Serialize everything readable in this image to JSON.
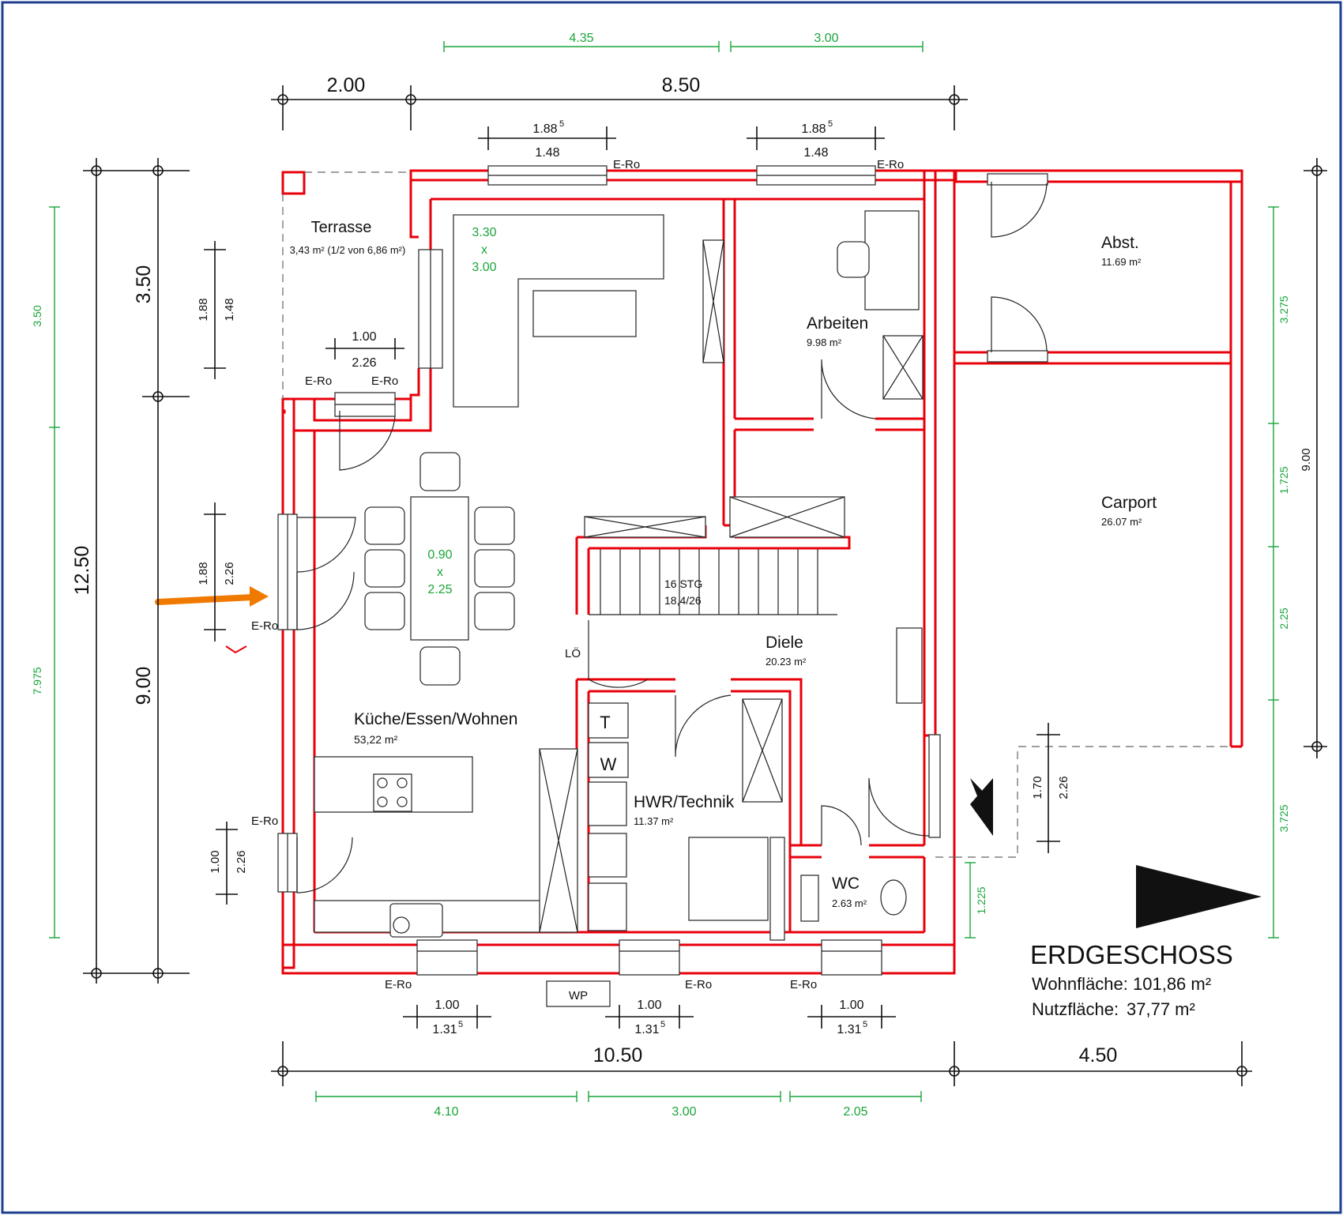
{
  "colors": {
    "wall": "#e8000b",
    "dimension_green": "#1aa53a",
    "frame": "#1f3f8f",
    "entry_arrow": "#f07a00"
  },
  "title": {
    "floor": "ERDGESCHOSS",
    "living_area": "Wohnfläche: 101,86 m²",
    "usable_area_label": "Nutzfläche:",
    "usable_area_value": "37,77 m²"
  },
  "rooms": {
    "terrasse": {
      "name": "Terrasse",
      "area": "3,43 m² (1/2 von 6,86 m²)"
    },
    "kueche": {
      "name": "Küche/Essen/Wohnen",
      "area": "53,22 m²"
    },
    "arbeiten": {
      "name": "Arbeiten",
      "area": "9.98 m²"
    },
    "diele": {
      "name": "Diele",
      "area": "20.23 m²"
    },
    "hwr": {
      "name": "HWR/Technik",
      "area": "11.37 m²"
    },
    "wc": {
      "name": "WC",
      "area": "2.63 m²"
    },
    "abst": {
      "name": "Abst.",
      "area": "11.69 m²"
    },
    "carport": {
      "name": "Carport",
      "area": "26.07 m²"
    }
  },
  "labels": {
    "ero": "E-Ro",
    "loe": "LÖ",
    "wp": "WP",
    "t": "T",
    "w": "W",
    "stairs_line1": "16 STG",
    "stairs_line2": "18,4/26",
    "island_1": "3.30",
    "island_x": "x",
    "island_2": "3.00",
    "table_1": "0.90",
    "table_x": "x",
    "table_2": "2.25"
  },
  "dims_top": {
    "g1": "4.35",
    "g2": "3.00",
    "b1": "2.00",
    "b2": "8.50"
  },
  "dims_windows": {
    "w_188": "1.88",
    "sup5": "5",
    "w_148": "1.48",
    "w_100": "1.00",
    "w_226": "2.26",
    "w_131": "1.31"
  },
  "dims_left": {
    "total": "12.50",
    "upper": "3.50",
    "lower": "9.00",
    "g_top": "3.50",
    "g_bottom": "7.975"
  },
  "dims_bottom": {
    "b1": "10.50",
    "b2": "4.50",
    "g1": "4.10",
    "g2": "3.00",
    "g3": "2.05"
  },
  "dims_right": {
    "total": "9.00",
    "g1": "3.275",
    "g2": "1.725",
    "g3": "2.25",
    "g4": "3.725",
    "g_wc": "1.225",
    "entry_1": "1.70",
    "entry_2": "2.26"
  }
}
